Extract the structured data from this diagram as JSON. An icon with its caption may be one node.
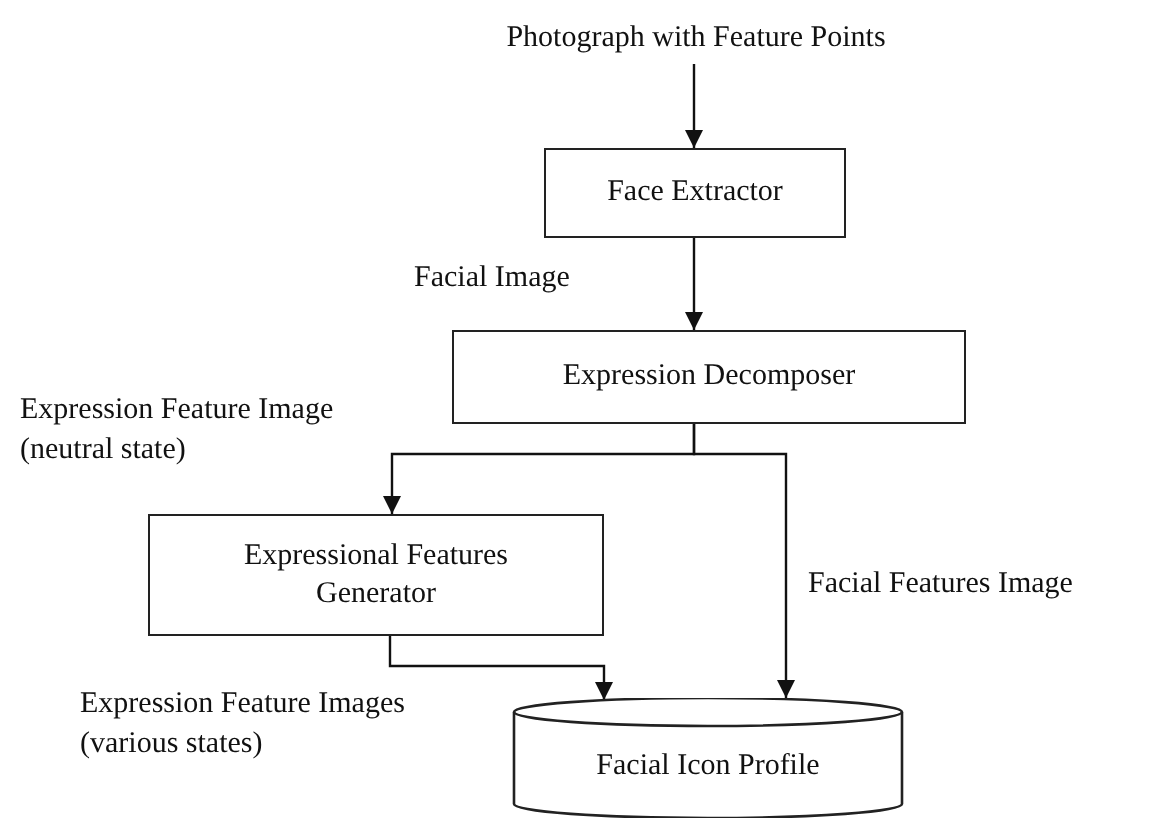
{
  "diagram": {
    "nodes": [
      {
        "text": [
          "Photograph with Feature Points"
        ]
      },
      {
        "text": [
          "Face Extractor"
        ]
      },
      {
        "text": [
          "Expression Decomposer"
        ]
      },
      {
        "text": [
          "Expressional Features Generator"
        ]
      },
      {
        "text": [
          "Facial Icon Profile"
        ]
      }
    ],
    "edges": [
      {
        "from": 0,
        "to": 1,
        "arrow": "to"
      },
      {
        "from": 1,
        "to": 2,
        "arrow": "to",
        "label": "Facial Image"
      },
      {
        "from": 2,
        "to": 3,
        "arrow": "to",
        "label": "Expression Feature Image (neutral state)"
      },
      {
        "from": 2,
        "to": 4,
        "arrow": "to",
        "label": "Facial Features Image"
      },
      {
        "from": 3,
        "to": 4,
        "arrow": "to",
        "label": "Expression Feature Images (various states)"
      }
    ]
  }
}
